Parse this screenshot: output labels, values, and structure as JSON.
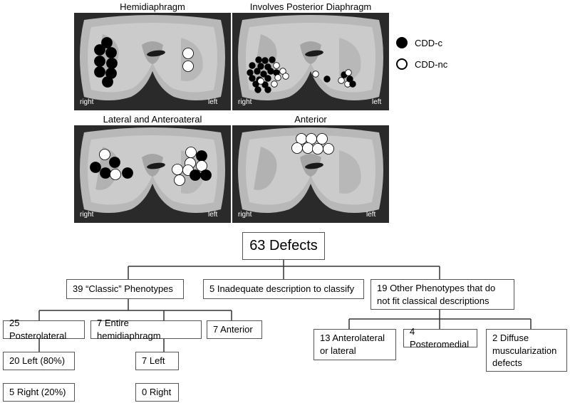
{
  "panels": {
    "hemidiaphragm": {
      "title": "Hemidiaphragm",
      "right": "right",
      "left": "left"
    },
    "posterior": {
      "title": "Involves Posterior Diaphragm",
      "right": "right",
      "left": "left"
    },
    "lateral": {
      "title": "Lateral and Anteroateral",
      "right": "right",
      "left": "left"
    },
    "anterior": {
      "title": "Anterior",
      "right": "right",
      "left": "left"
    }
  },
  "legend": {
    "cdd_c": {
      "label": "CDD-c",
      "color": "#000000"
    },
    "cdd_nc": {
      "label": "CDD-nc",
      "color": "#ffffff"
    }
  },
  "tree": {
    "root": "63 Defects",
    "classic": "39 “Classic” Phenotypes",
    "inadequate": "5 Inadequate description to classify",
    "other": "19 Other Phenotypes that do not fit classical descriptions",
    "posterolateral": "25 Posterolateral",
    "entire": "7 Entire hemidiaphragm",
    "anterior": "7 Anterior",
    "pl_left": "20 Left (80%)",
    "pl_right": "5 Right (20%)",
    "eh_left": "7 Left",
    "eh_right": "0 Right",
    "anterolateral": "13 Anterolateral or lateral",
    "posteromedial": "4 Posteromedial",
    "diffuse": "2 Diffuse muscularization defects"
  }
}
